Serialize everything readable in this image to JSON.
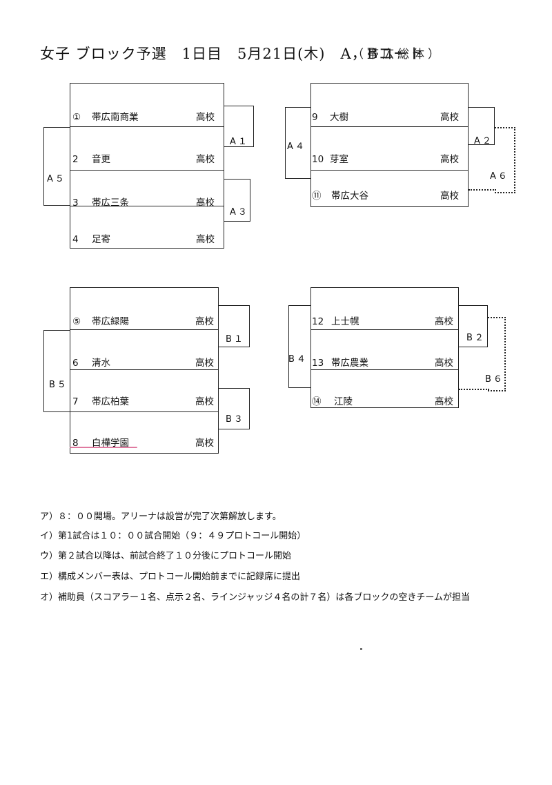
{
  "header": {
    "title": "女子 ブロック予選　1日目　5月21日(木)　A，Bコート",
    "subtitle": "（帯広総体）"
  },
  "suffix": "高校",
  "bracket_a_left": {
    "teams": [
      {
        "num": "①",
        "name": "帯広南商業"
      },
      {
        "num": "2",
        "name": "音更"
      },
      {
        "num": "3",
        "name": "帯広三条"
      },
      {
        "num": "4",
        "name": "足寄"
      }
    ],
    "labels": {
      "m1": "A１",
      "m2": "A３",
      "m3": "A５"
    }
  },
  "bracket_a_right": {
    "teams": [
      {
        "num": "9",
        "name": "大樹"
      },
      {
        "num": "10",
        "name": "芽室"
      },
      {
        "num": "⑪",
        "name": "帯広大谷"
      }
    ],
    "labels": {
      "m1": "A４",
      "m2": "A２",
      "m3": "A６"
    }
  },
  "bracket_b_left": {
    "teams": [
      {
        "num": "⑤",
        "name": "帯広緑陽"
      },
      {
        "num": "6",
        "name": "清水"
      },
      {
        "num": "7",
        "name": "帯広柏葉"
      },
      {
        "num": "8",
        "name": "白樺学園"
      }
    ],
    "labels": {
      "m1": "B１",
      "m2": "B３",
      "m3": "B５"
    }
  },
  "bracket_b_right": {
    "teams": [
      {
        "num": "12",
        "name": "上士幌"
      },
      {
        "num": "13",
        "name": "帯広農業"
      },
      {
        "num": "⑭",
        "name": "江陵"
      }
    ],
    "labels": {
      "m1": "B４",
      "m2": "B２",
      "m3": "B６"
    }
  },
  "notes": [
    "ア）８：００開場。アリーナは設営が完了次第解放します。",
    "イ）第1試合は１０：００試合開始（９：４９プロトコール開始）",
    "ウ）第２試合以降は、前試合終了１０分後にプロトコール開始",
    "エ）構成メンバー表は、プロトコール開始前までに記録席に提出",
    "オ）補助員（スコアラー１名、点示２名、ラインジャッジ４名の計７名）は各ブロックの空きチームが担当"
  ]
}
